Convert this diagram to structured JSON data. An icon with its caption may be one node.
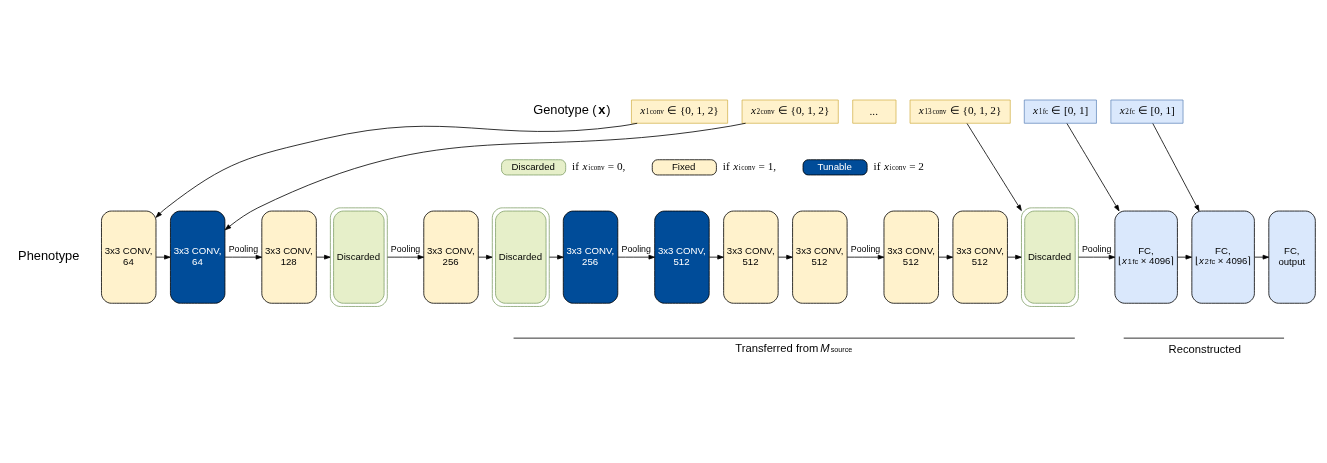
{
  "diagram": {
    "nodes": [
      {
        "text": [
          "*x*$_{1}$$^{conv}$ ∈ {0, 1, 2}"
        ]
      },
      {
        "text": [
          "*x*$_{2}$$^{conv}$ ∈ {0, 1, 2}"
        ]
      },
      {
        "text": [
          "..."
        ]
      },
      {
        "text": [
          "*x*$_{13}$$^{conv}$ ∈ {0, 1, 2}"
        ]
      },
      {
        "text": [
          "*x*$_{1}$$^{fc}$ ∈ [0, 1]"
        ]
      },
      {
        "text": [
          "*x*$_{2}$$^{fc}$ ∈ [0, 1]"
        ]
      },
      {
        "text": [
          "3x3 CONV, 64"
        ]
      },
      {
        "text": [
          "3x3 CONV, 64"
        ]
      },
      {
        "text": [
          "3x3 CONV, 128"
        ]
      },
      {
        "text": [
          "Discarded"
        ]
      },
      {
        "text": [
          "3x3 CONV, 256"
        ]
      },
      {
        "text": [
          "Discarded"
        ]
      },
      {
        "text": [
          "3x3 CONV, 256"
        ]
      },
      {
        "text": [
          "3x3 CONV, 512"
        ]
      },
      {
        "text": [
          "3x3 CONV, 512"
        ]
      },
      {
        "text": [
          "3x3 CONV, 512"
        ]
      },
      {
        "text": [
          "3x3 CONV, 512"
        ]
      },
      {
        "text": [
          "3x3 CONV, 512"
        ]
      },
      {
        "text": [
          "Discarded"
        ]
      },
      {
        "text": [
          "FC, ⌊*x*$_{1}$$^{fc}$ × 4096⌉"
        ]
      },
      {
        "text": [
          "FC, ⌊*x*$_{2}$$^{fc}$ × 4096⌉"
        ]
      },
      {
        "text": [
          "FC, output"
        ]
      },
      {
        "text": [
          "Discarded"
        ],
        "beside": [
          "if *x*$_{i}$$^{conv}$ = 0,"
        ]
      },
      {
        "text": [
          "Fixed"
        ],
        "beside": [
          "if *x*$_{i}$$^{conv}$ = 1,"
        ]
      },
      {
        "text": [
          "Tunable"
        ],
        "beside": [
          "if *x*$_{i}$$^{conv}$ = 2"
        ]
      }
    ],
    "edges": [
      {
        "from": 0,
        "to": 6,
        "arrow": "to"
      },
      {
        "from": 1,
        "to": 7,
        "arrow": "to"
      },
      {
        "from": 3,
        "to": 18,
        "arrow": "to"
      },
      {
        "from": 4,
        "to": 19,
        "arrow": "to"
      },
      {
        "from": 5,
        "to": 20,
        "arrow": "to"
      },
      {
        "from": 6,
        "to": 7,
        "arrow": "to"
      },
      {
        "from": 7,
        "to": 8,
        "arrow": "to",
        "label": "Pooling"
      },
      {
        "from": 8,
        "to": 9,
        "arrow": "to"
      },
      {
        "from": 9,
        "to": 10,
        "arrow": "to",
        "label": "Pooling"
      },
      {
        "from": 10,
        "to": 11,
        "arrow": "to"
      },
      {
        "from": 11,
        "to": 12,
        "arrow": "to"
      },
      {
        "from": 12,
        "to": 13,
        "arrow": "to",
        "label": "Pooling"
      },
      {
        "from": 13,
        "to": 14,
        "arrow": "to"
      },
      {
        "from": 14,
        "to": 15,
        "arrow": "to"
      },
      {
        "from": 15,
        "to": 16,
        "arrow": "to",
        "label": "Pooling"
      },
      {
        "from": 16,
        "to": 17,
        "arrow": "to"
      },
      {
        "from": 17,
        "to": 18,
        "arrow": "to"
      },
      {
        "from": 18,
        "to": 19,
        "arrow": "to",
        "label": "Pooling"
      },
      {
        "from": 19,
        "to": 20,
        "arrow": "to"
      },
      {
        "from": 20,
        "to": 21,
        "arrow": "to"
      }
    ],
    "labels": [
      "Genotype (**x**)",
      "Phenotype",
      "Transferred from *M*$_{source}$",
      "Reconstructed"
    ]
  }
}
